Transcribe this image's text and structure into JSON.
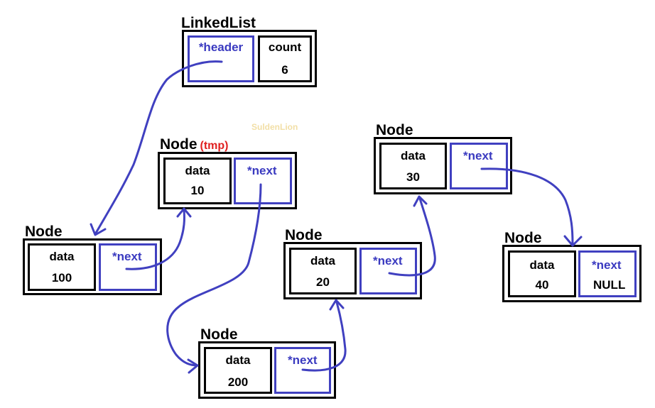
{
  "linked_list": {
    "title": "LinkedList",
    "header_label": "*header",
    "count_label": "count",
    "count_value": "6"
  },
  "watermark": "SuldenLion",
  "nodes": {
    "n10": {
      "title": "Node",
      "tag": "(tmp)",
      "data_label": "data",
      "data_value": "10",
      "next_label": "*next"
    },
    "n100": {
      "title": "Node",
      "data_label": "data",
      "data_value": "100",
      "next_label": "*next"
    },
    "n200": {
      "title": "Node",
      "data_label": "data",
      "data_value": "200",
      "next_label": "*next"
    },
    "n20": {
      "title": "Node",
      "data_label": "data",
      "data_value": "20",
      "next_label": "*next"
    },
    "n30": {
      "title": "Node",
      "data_label": "data",
      "data_value": "30",
      "next_label": "*next"
    },
    "n40": {
      "title": "Node",
      "data_label": "data",
      "data_value": "40",
      "next_label": "*next",
      "next_value": "NULL"
    }
  },
  "colors": {
    "pointer": "#4040c0",
    "tmp": "#e02020"
  }
}
